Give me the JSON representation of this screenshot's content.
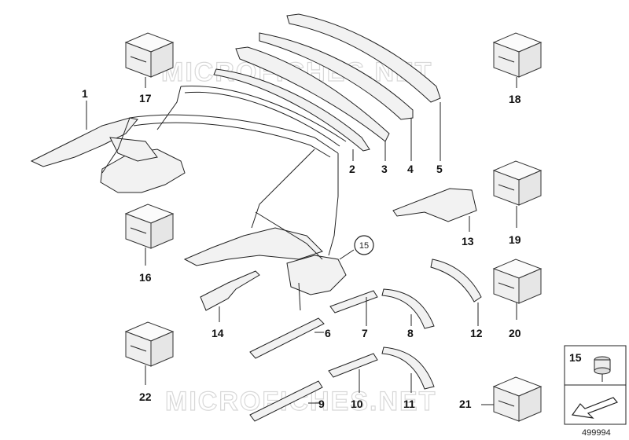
{
  "watermark": "MICROFICHES.NET",
  "diagram_number": "499994",
  "legend_label": "15",
  "callouts": {
    "c1": "1",
    "c2": "2",
    "c3": "3",
    "c4": "4",
    "c5": "5",
    "c6": "6",
    "c7": "7",
    "c8": "8",
    "c9": "9",
    "c10": "10",
    "c11": "11",
    "c12": "12",
    "c13": "13",
    "c14": "14",
    "c15": "15",
    "c16": "16",
    "c17": "17",
    "c18": "18",
    "c19": "19",
    "c20": "20",
    "c21": "21",
    "c22": "22"
  }
}
